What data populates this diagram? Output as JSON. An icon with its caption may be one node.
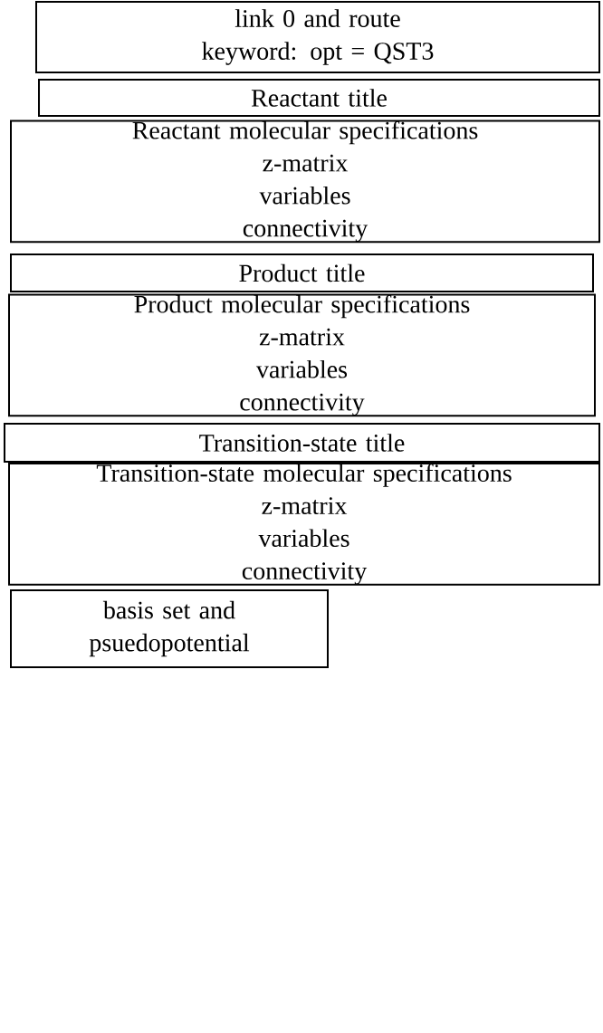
{
  "diagram": {
    "nodes": [
      {
        "text": [
          "link 0 and route",
          "keyword: opt = QST3"
        ]
      },
      {
        "text": [
          "Reactant title"
        ]
      },
      {
        "text": [
          "Reactant molecular specifications",
          "z-matrix",
          "variables",
          "connectivity"
        ]
      },
      {
        "text": [
          "Product title"
        ]
      },
      {
        "text": [
          "Product molecular specifications",
          "z-matrix",
          "variables",
          "connectivity"
        ]
      },
      {
        "text": [
          "Transition-state title"
        ]
      },
      {
        "text": [
          "Transition-state molecular specifications",
          "z-matrix",
          "variables",
          "connectivity"
        ]
      },
      {
        "text": [
          "basis set and psuedopotential"
        ]
      }
    ]
  }
}
